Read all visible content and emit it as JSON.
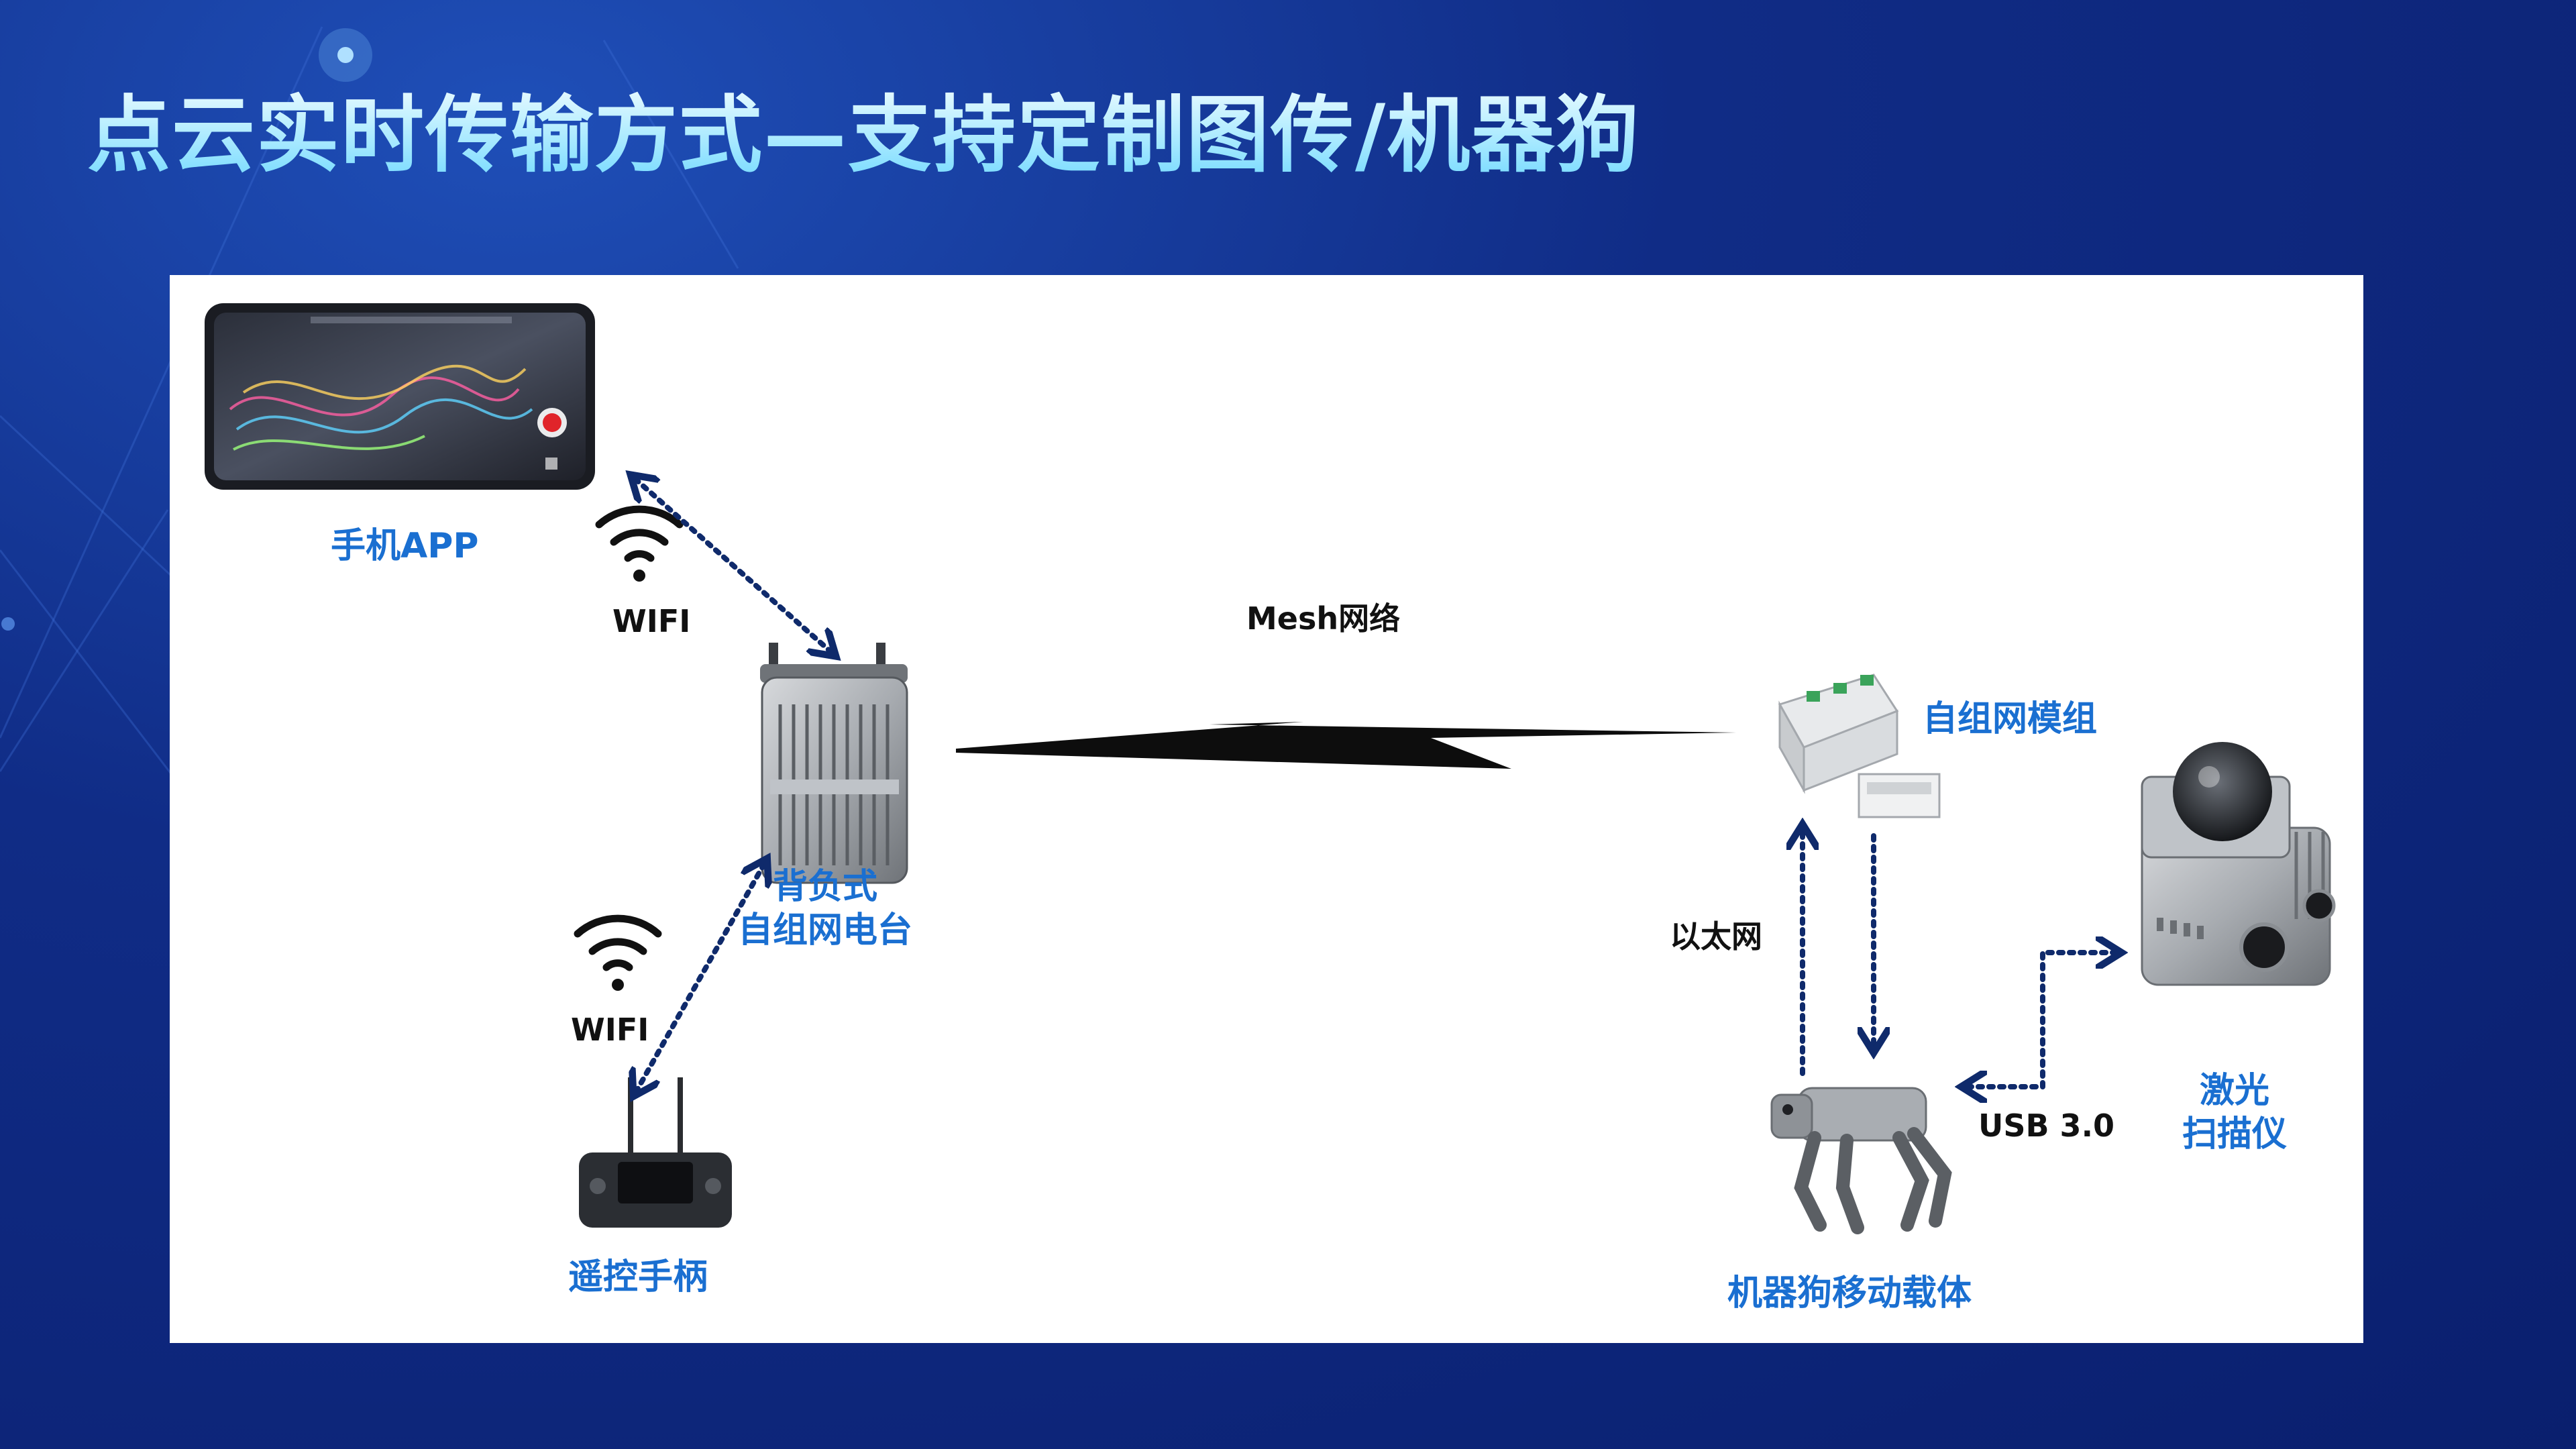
{
  "title": "点云实时传输方式—支持定制图传/机器狗",
  "labels": {
    "phone_app": "手机APP",
    "wifi_top": "WIFI",
    "mesh": "Mesh网络",
    "backpack_radio_line1": "背负式",
    "backpack_radio_line2": "自组网电台",
    "wifi_bottom": "WIFI",
    "remote": "遥控手柄",
    "mesh_module": "自组网模组",
    "ethernet": "以太网",
    "usb": "USB 3.0",
    "laser_line1": "激光",
    "laser_line2": "扫描仪",
    "robot_dog": "机器狗移动载体"
  },
  "colors": {
    "label_blue": "#1a6fd1",
    "arrow_navy": "#0f2a6b",
    "background": "#0f2b84",
    "panel": "#ffffff"
  }
}
